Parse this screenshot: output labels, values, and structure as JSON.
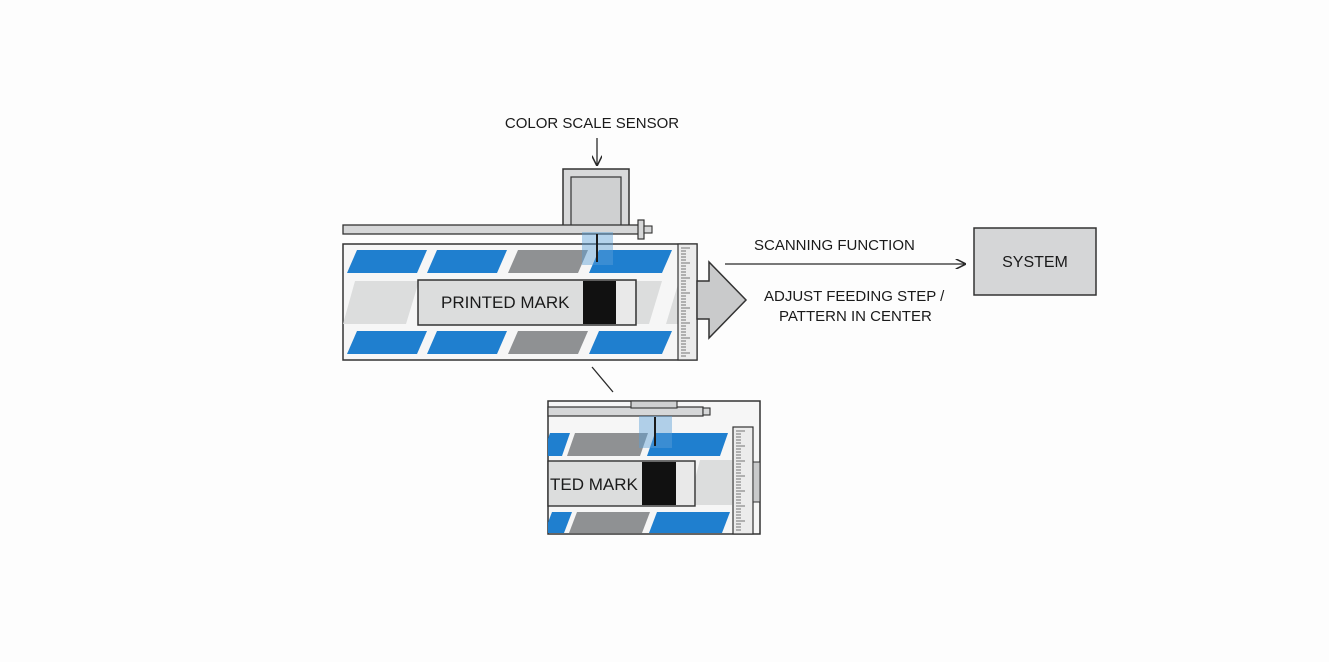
{
  "diagram": {
    "sensor_label": "COLOR SCALE SENSOR",
    "mark_label": "PRINTED MARK",
    "mark_label_partial": "TED MARK",
    "scan_label": "SCANNING FUNCTION",
    "adjust_label_line1": "ADJUST FEEDING STEP /",
    "adjust_label_line2": "PATTERN IN CENTER",
    "system_label": "SYSTEM"
  },
  "colors": {
    "blue": "#1f7fcf",
    "gray": "#8f9193",
    "light_gray": "#dcdddd",
    "box_gray": "#d5d6d7",
    "black_mark": "#111111",
    "sensor_beam": "#5a9fd8",
    "line": "#2a2a2a"
  },
  "icons": {
    "sensor": "sensor-icon",
    "flow_arrow": "block-arrow-icon"
  }
}
